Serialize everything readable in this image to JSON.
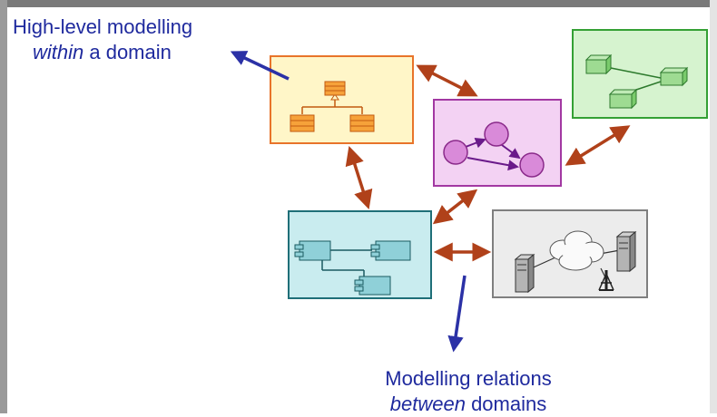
{
  "annotations": {
    "top_left": {
      "line1": "High-level modelling",
      "line2_italic": "within",
      "line2_rest": " a domain"
    },
    "bottom": {
      "line1": "Modelling relations",
      "line2_italic": "between",
      "line2_rest": " domains"
    }
  },
  "domains": [
    {
      "id": "class-domain",
      "kind": "class-diagram",
      "fill": "#fff6c8",
      "border": "#e8742a"
    },
    {
      "id": "state-domain",
      "kind": "state-diagram",
      "fill": "#f3d2f3",
      "border": "#a238a2"
    },
    {
      "id": "deployment-domain",
      "kind": "deployment-diagram",
      "fill": "#d6f3cf",
      "border": "#34a034"
    },
    {
      "id": "component-domain",
      "kind": "component-diagram",
      "fill": "#c9ecef",
      "border": "#1f6f78"
    },
    {
      "id": "network-domain",
      "kind": "network-diagram",
      "fill": "#ececec",
      "border": "#7f7f7f"
    }
  ],
  "colors": {
    "relation_arrow": "#b0411a",
    "annotation_arrow": "#2b31a6",
    "annotation_text": "#1f2a9e"
  }
}
